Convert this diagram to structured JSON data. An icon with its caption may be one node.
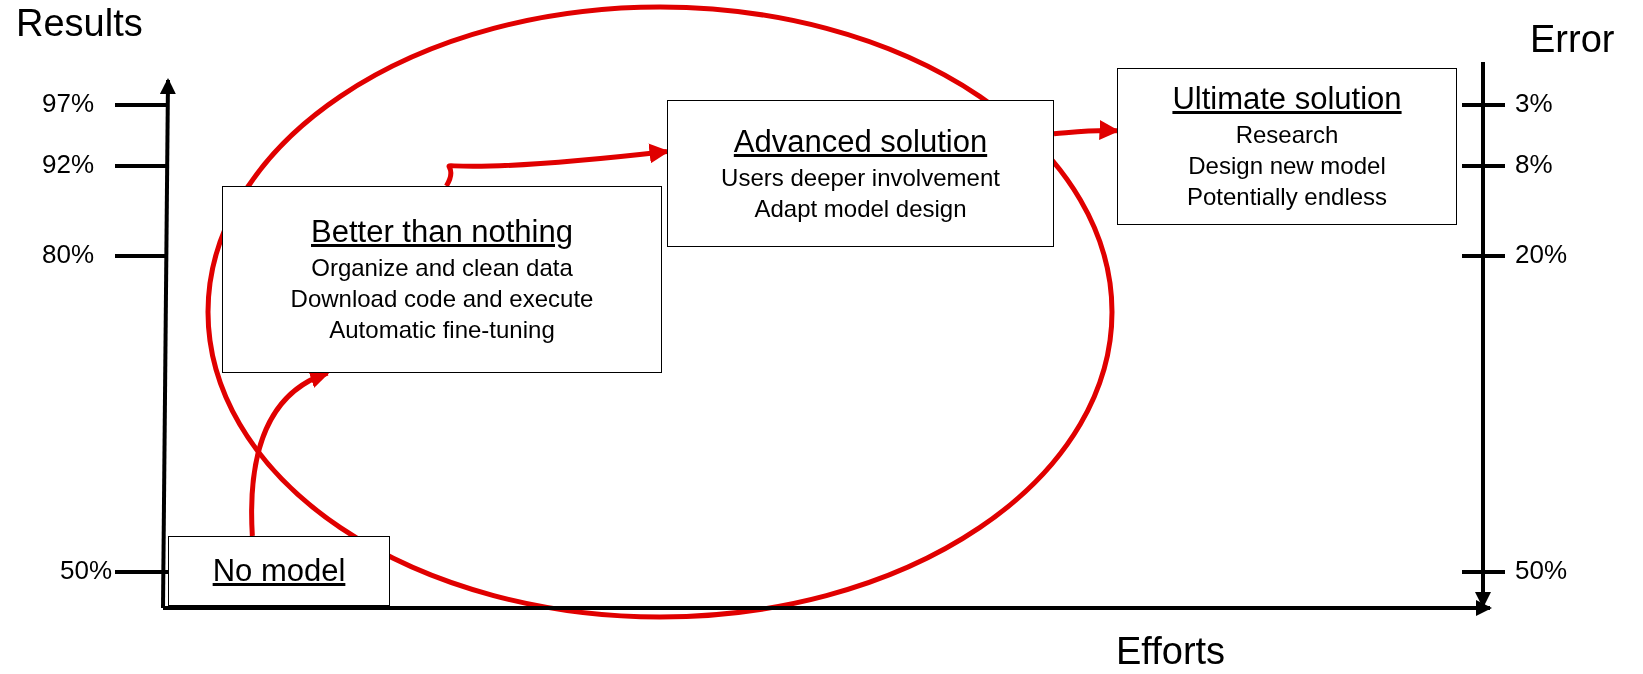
{
  "diagram": {
    "nodes": [
      {
        "text": [
          "No model"
        ]
      },
      {
        "text": [
          "Better than nothing",
          "Organize and clean data",
          "Download code and execute",
          "Automatic fine-tuning"
        ]
      },
      {
        "text": [
          "Advanced solution",
          "Users deeper involvement",
          "Adapt model design"
        ]
      },
      {
        "text": [
          "Ultimate solution",
          "Research",
          "Design new model",
          "Potentially endless"
        ]
      }
    ],
    "edges": [
      {
        "from": 0,
        "to": 1,
        "arrow": "to"
      },
      {
        "from": 1,
        "to": 2,
        "arrow": "to"
      },
      {
        "from": 2,
        "to": 3,
        "arrow": "to"
      }
    ],
    "labels": [
      "Results",
      "Error",
      "97%",
      "3%",
      "92%",
      "8%",
      "80%",
      "20%",
      "50%",
      "50%",
      "Efforts"
    ]
  }
}
